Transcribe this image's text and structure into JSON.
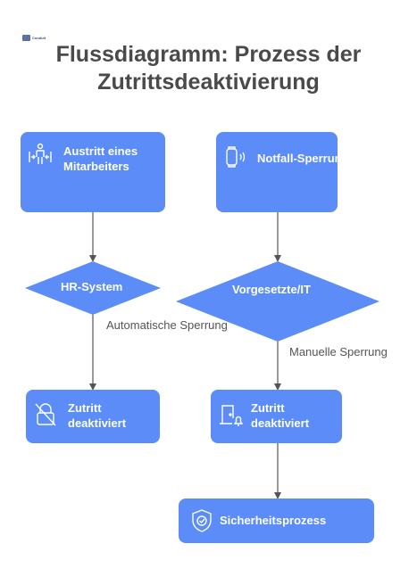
{
  "logo": {
    "text": "Conduit"
  },
  "title": {
    "line1": "Flussdiagramm: Prozess der",
    "line2": "Zutrittsdeaktivierung"
  },
  "nodes": {
    "austritt": {
      "line1": "Austritt eines",
      "line2": "Mitarbeiters",
      "icon": "employee-exit-icon"
    },
    "notfall": {
      "label": "Notfall-Sperrung",
      "icon": "wearable-signal-icon"
    },
    "hr": {
      "label": "HR-System"
    },
    "vorgesetzte": {
      "label": "Vorgesetzte/IT"
    },
    "zutritt_left": {
      "line1": "Zutritt",
      "line2": "deaktiviert",
      "icon": "lock-disabled-icon"
    },
    "zutritt_right": {
      "line1": "Zutritt",
      "line2": "deaktiviert",
      "icon": "door-alarm-icon"
    },
    "sicherheit": {
      "label": "Sicherheitsprozess",
      "icon": "shield-check-icon"
    }
  },
  "edges": {
    "automatisch": "Automatische Sperrung",
    "manuell": "Manuelle Sperrung"
  },
  "colors": {
    "node": "#5b8cf7",
    "title": "#4a4a4a",
    "edge": "#555555",
    "label": "#555555"
  }
}
